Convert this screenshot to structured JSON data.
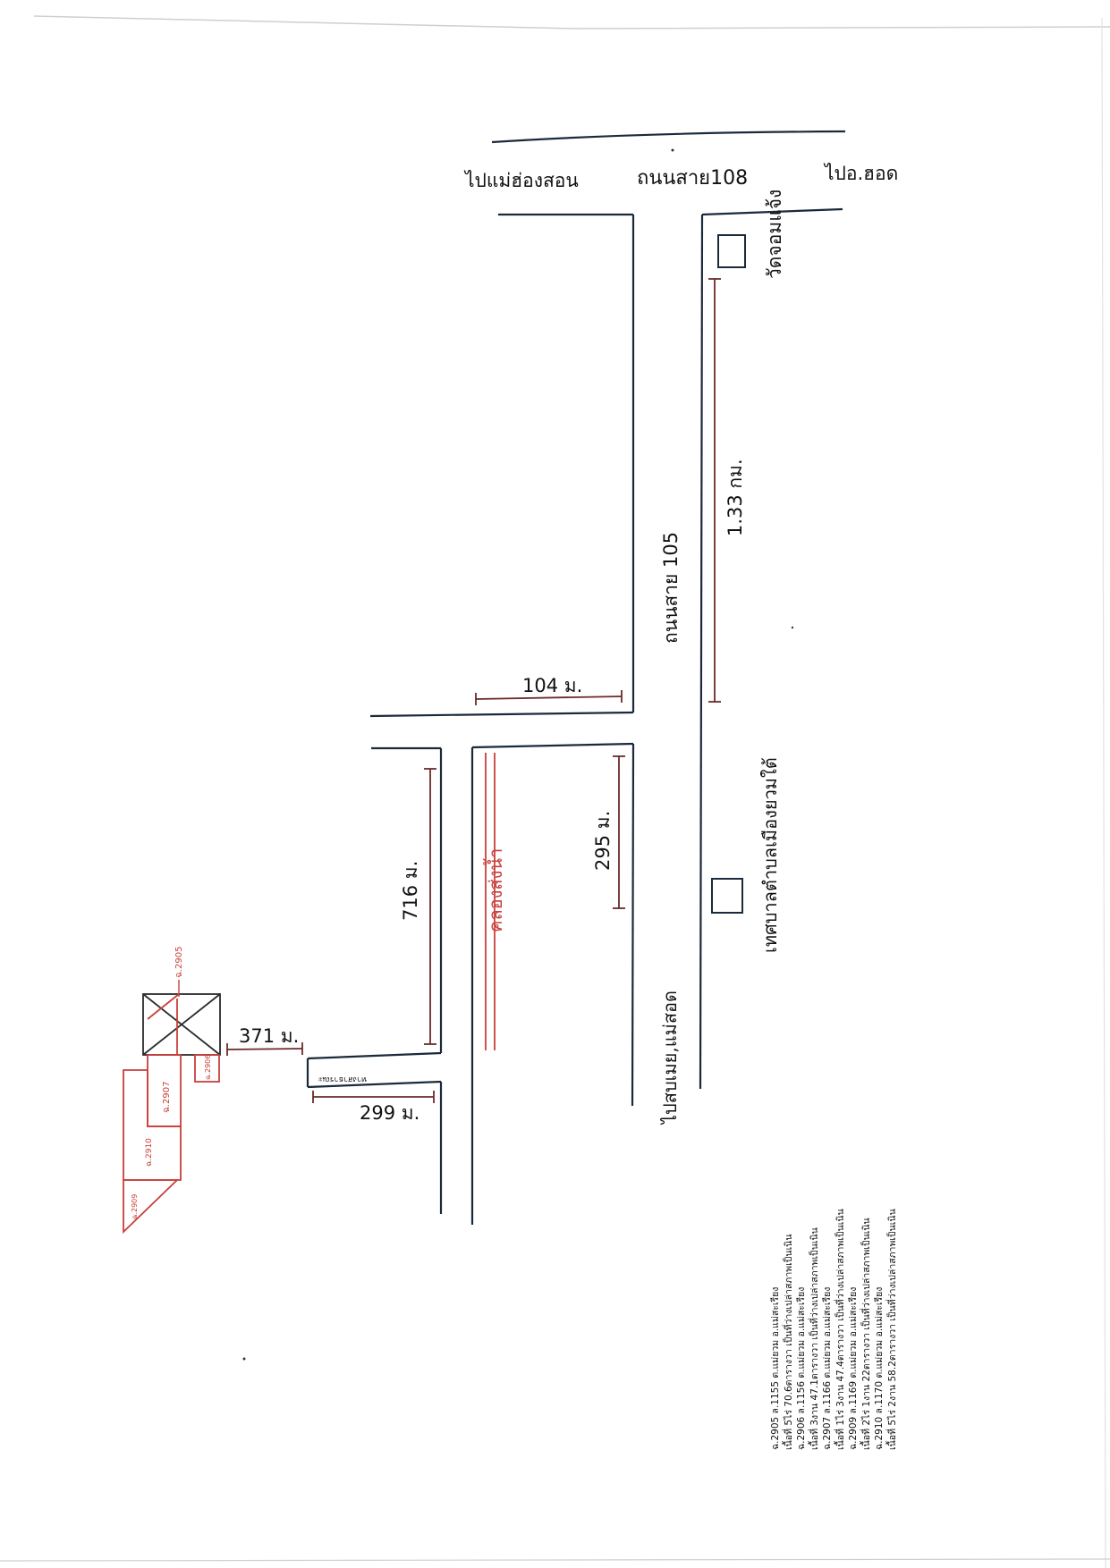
{
  "labels": {
    "to_mae_hong_son": "ไปแม่ฮ่องสอน",
    "road_108": "ถนนสาย108",
    "to_hot": "ไปอ.ฮอด",
    "wat": "วัดจอมแจ้ง",
    "road_105": "ถนนสาย 105",
    "dist_133": "1.33 กม.",
    "dist_104": "104 ม.",
    "canal": "คลองส่งน้ำ",
    "dist_295": "295 ม.",
    "dist_716": "716 ม.",
    "dist_371": "371 ม.",
    "dist_299": "299 ม.",
    "public_way": "ทางสาธารณะ",
    "to_sop_moei": "ไปสบเมย,แม่สอด",
    "municipality": "เทศบาลตำบลเมืองยวมใต้"
  },
  "parcels": {
    "p2905": "ฉ.2905",
    "p2906": "ฉ.2906",
    "p2907": "ฉ.2907",
    "p2910": "ฉ.2910",
    "p2909": "ฉ.2909"
  },
  "legend": [
    "ฉ.2905 ล.1155  ต.แม่ยวม อ.แม่สะเรียง",
    "เนื้อที่ 5ไร่ 70.6ตารางวา เป็นที่ว่างเปล่าสภาพเป็นเนิน",
    "ฉ.2906 ล.1156  ต.แม่ยวม อ.แม่สะเรียง",
    "เนื้อที่ 3งาน 47.1ตารางวา เป็นที่ว่างเปล่าสภาพเป็นเนิน",
    "ฉ.2907 ล.1166  ต.แม่ยวม อ.แม่สะเรียง",
    "เนื้อที่ 1ไร่ 3งาน 47.4ตารางวา เป็นที่ว่างเปล่าสภาพเป็นเนิน",
    "ฉ.2909 ล.1169  ต.แม่ยวม อ.แม่สะเรียง",
    "เนื้อที่ 2ไร่ 1งาน 22ตารางวา เป็นที่ว่างเปล่าสภาพเป็นเนิน",
    "ฉ.2910 ล.1170  ต.แม่ยวม อ.แม่สะเรียง",
    "เนื้อที่ 5ไร่ 2งาน 58.2ตารางวา เป็นที่ว่างเปล่าสภาพเป็นเนิน"
  ]
}
